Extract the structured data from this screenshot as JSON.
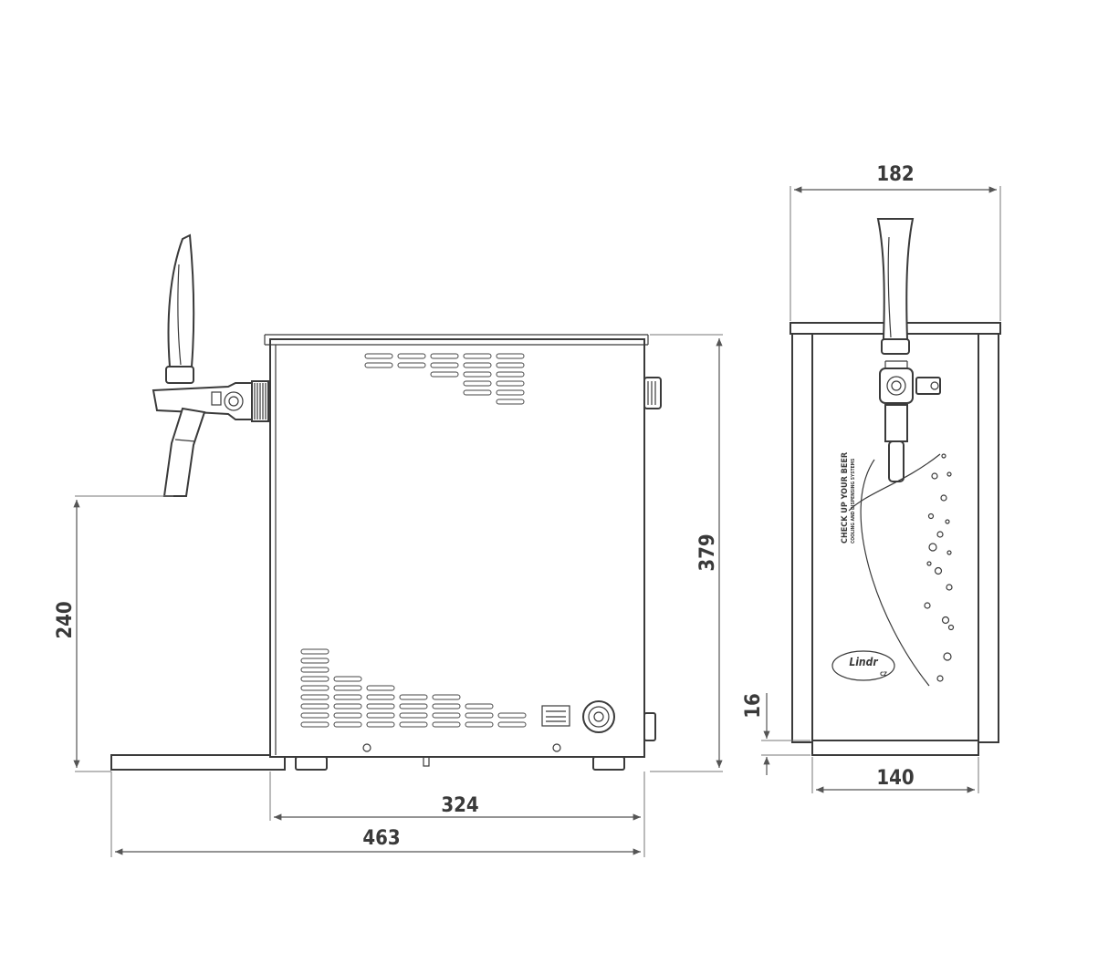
{
  "dimensions": {
    "side_height_tap": "240",
    "side_height_body": "379",
    "side_width_body": "324",
    "side_width_total": "463",
    "front_width_top": "182",
    "front_width_base": "140",
    "front_foot_height": "16"
  },
  "front_panel": {
    "slogan_line1": "CHECK UP YOUR BEER",
    "slogan_line2": "COOLING AND DISPENSING SYSTEMS",
    "logo_text": "Lindr",
    "logo_sub": "CZ"
  },
  "colors": {
    "line": "#3a3a3a",
    "dimension": "#555555",
    "background": "#ffffff"
  }
}
